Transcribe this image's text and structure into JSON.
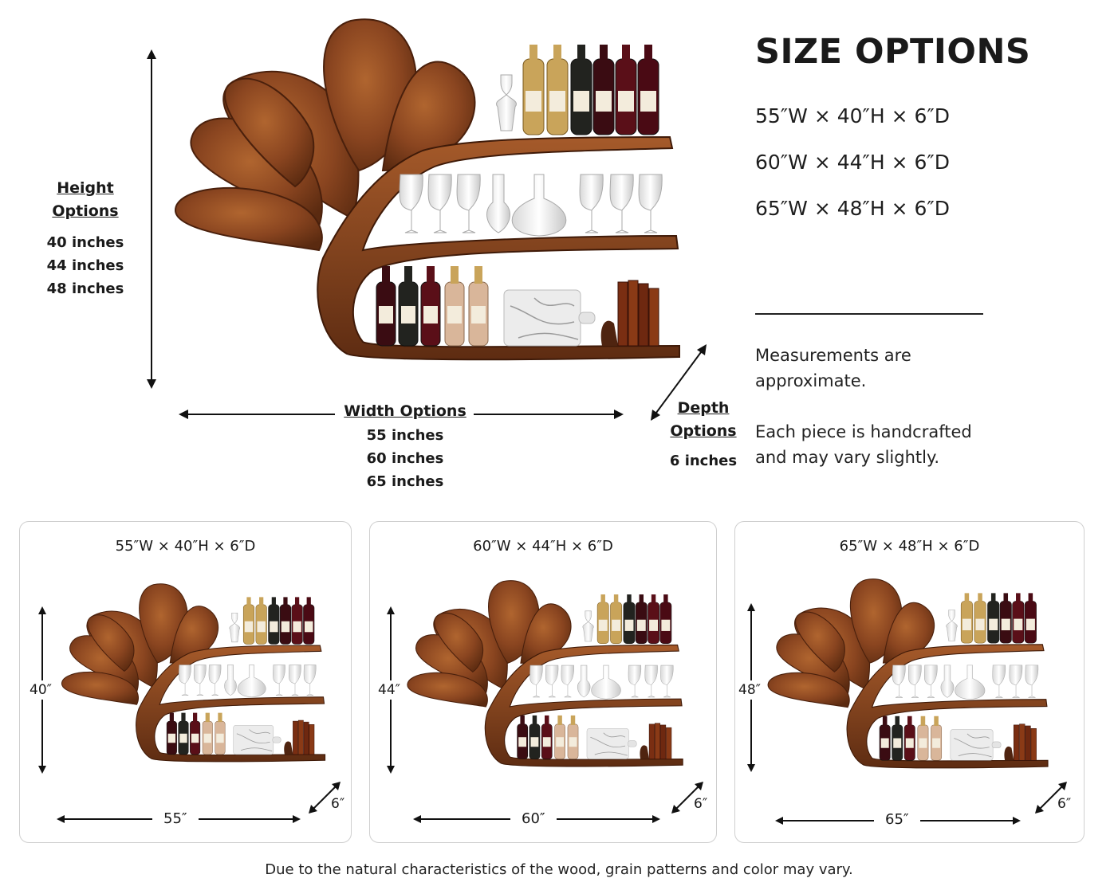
{
  "heading": "SIZE OPTIONS",
  "size_options": [
    "55″W × 40″H × 6″D",
    "60″W × 44″H × 6″D",
    "65″W × 48″H × 6″D"
  ],
  "height": {
    "label_line1": "Height",
    "label_line2": "Options",
    "values": [
      "40 inches",
      "44 inches",
      "48 inches"
    ]
  },
  "width": {
    "label": "Width Options",
    "values": [
      "55 inches",
      "60 inches",
      "65 inches"
    ]
  },
  "depth": {
    "label_line1": "Depth",
    "label_line2": "Options",
    "value": "6 inches"
  },
  "notes": {
    "measure_line1": "Measurements are",
    "measure_line2": "approximate.",
    "craft_line1": "Each piece is handcrafted",
    "craft_line2": "and may vary slightly."
  },
  "cards": [
    {
      "title": "55″W × 40″H × 6″D",
      "height": "40″",
      "width": "55″",
      "depth": "6″"
    },
    {
      "title": "60″W × 44″H × 6″D",
      "height": "44″",
      "width": "60″",
      "depth": "6″"
    },
    {
      "title": "65″W × 48″H × 6″D",
      "height": "48″",
      "width": "65″",
      "depth": "6″"
    }
  ],
  "footer": "Due to the natural characteristics of the wood, grain patterns and color may vary.",
  "colors": {
    "wood": "#7a3d18",
    "wood_light": "#a3582a",
    "wood_dark": "#4f2410",
    "wine_red": "#5a0f18",
    "wine_white": "#c9a45a",
    "marble": "#ececec"
  }
}
